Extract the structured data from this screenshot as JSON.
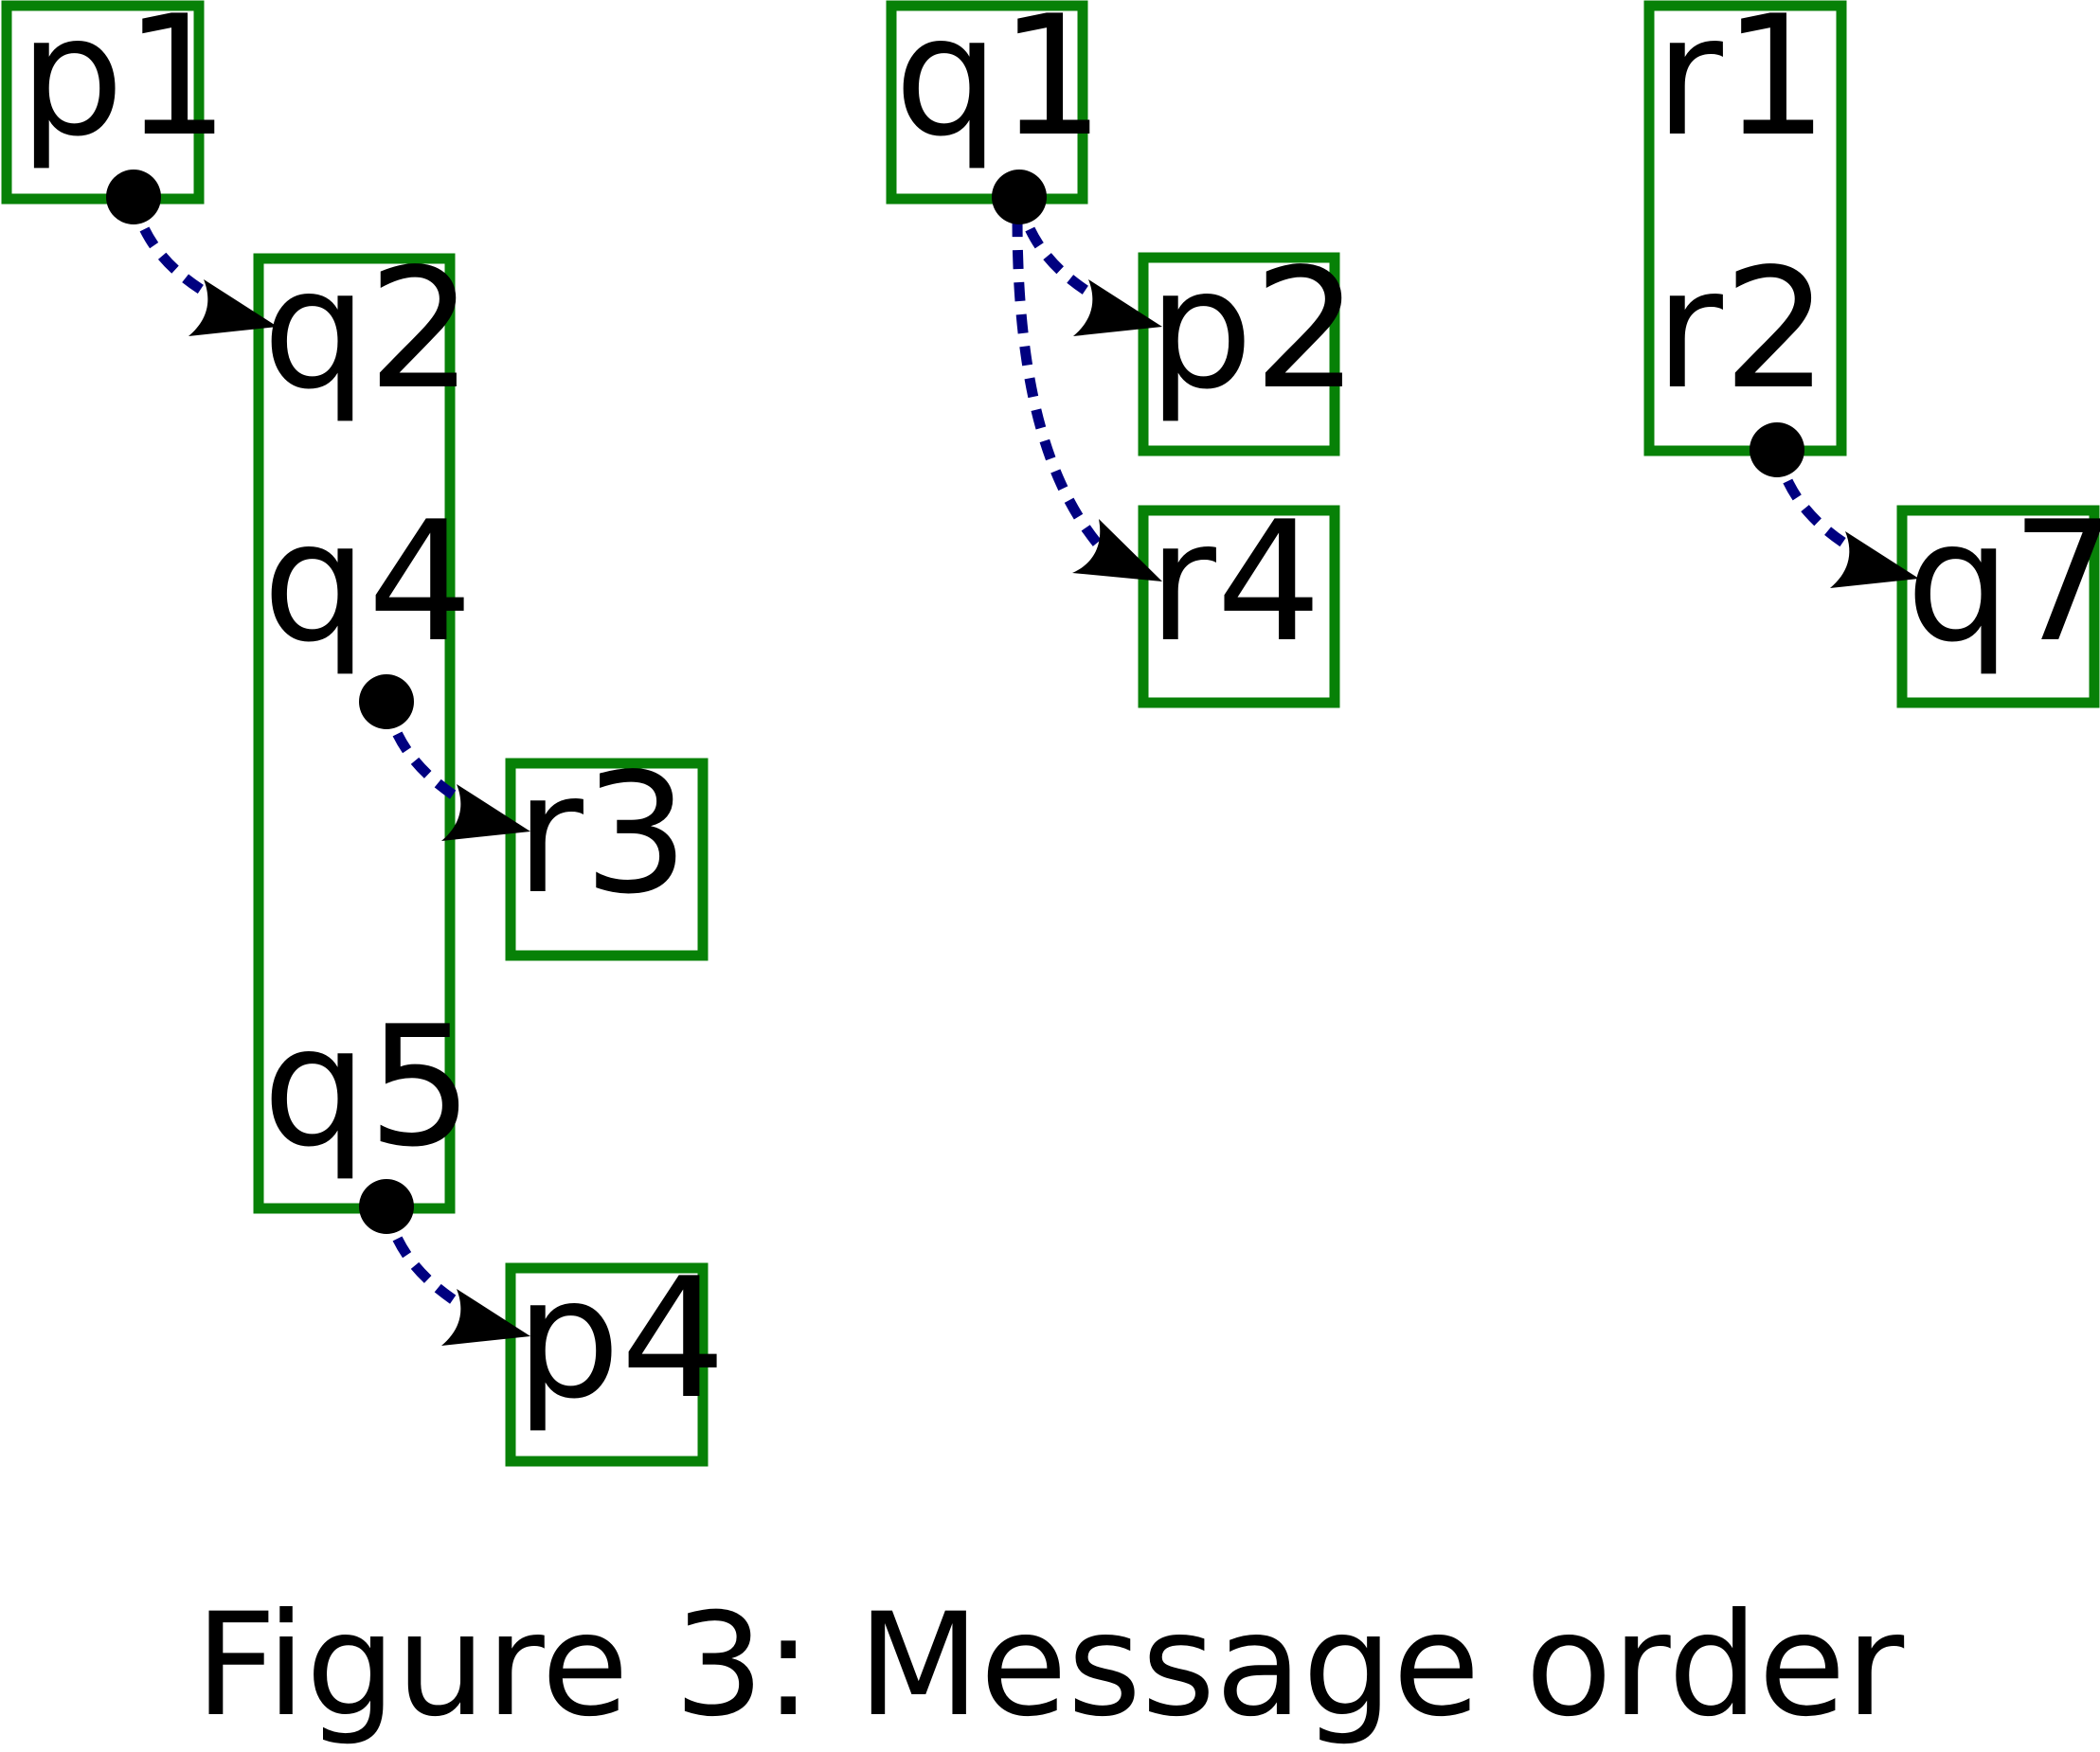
{
  "diagram": {
    "colors": {
      "box": "#078107",
      "message": "#000080",
      "marker": "#000000"
    },
    "process_p": {
      "p1": "p1",
      "p2": "p2",
      "p4": "p4"
    },
    "process_q": {
      "q1": "q1",
      "q2": "q2",
      "q4": "q4",
      "q5": "q5",
      "q7": "q7"
    },
    "process_r": {
      "r1": "r1",
      "r2": "r2",
      "r3": "r3",
      "r4": "r4"
    },
    "messages": [
      {
        "from": "p1",
        "to": "q2"
      },
      {
        "from": "q1",
        "to": "p2"
      },
      {
        "from": "q1",
        "to": "r4"
      },
      {
        "from": "q4",
        "to": "r3"
      },
      {
        "from": "q5",
        "to": "p4"
      },
      {
        "from": "r2",
        "to": "q7"
      }
    ],
    "caption": "Figure 3: Message order"
  }
}
